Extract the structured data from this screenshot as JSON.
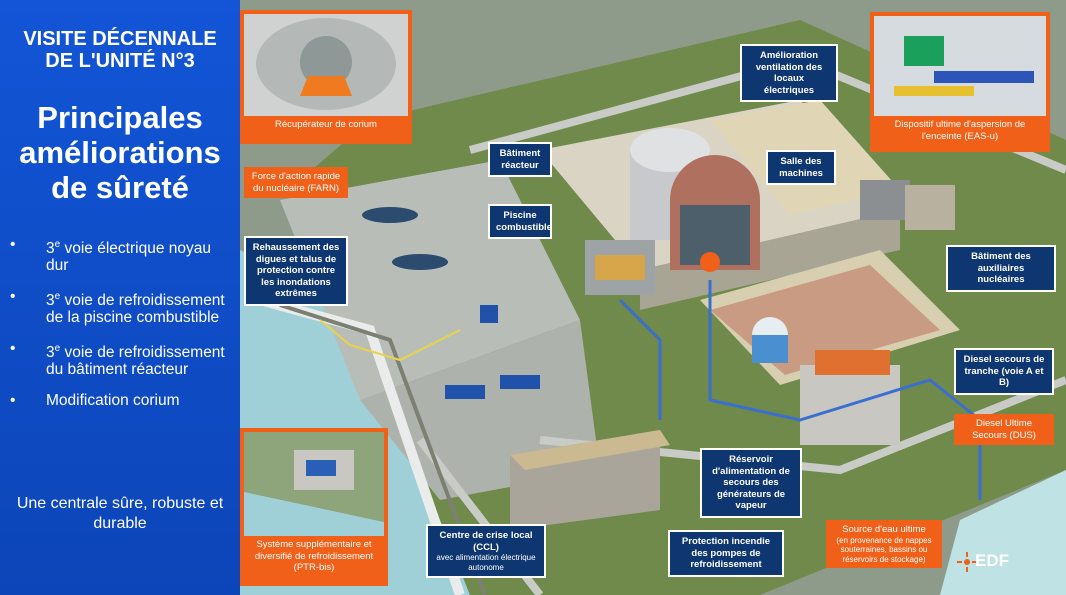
{
  "left_panel": {
    "title_line1": "VISITE DÉCENNALE",
    "title_line2": "DE L'UNITÉ N°3",
    "heading_line1": "Principales",
    "heading_line2": "améliorations",
    "heading_line3": "de sûreté",
    "bullets": [
      {
        "num": "3",
        "sup": "e",
        "text": " voie électrique noyau dur"
      },
      {
        "num": "3",
        "sup": "e",
        "text": " voie de refroidissement de la piscine combustible"
      },
      {
        "num": "3",
        "sup": "e",
        "text": " voie de refroidissement du bâtiment réacteur"
      },
      {
        "num": "",
        "sup": "",
        "text": "Modification corium"
      }
    ],
    "tagline": "Une centrale sûre, robuste et durable"
  },
  "labels": {
    "recuperateur": "Récupérateur de corium",
    "farn": "Force d'action rapide du nucléaire (FARN)",
    "rehaussement": "Rehaussement des digues et talus de protection contre les inondations extrêmes",
    "batiment_reacteur": "Bâtiment réacteur",
    "piscine": "Piscine combustible",
    "ventilation": "Amélioration ventilation des locaux électriques",
    "salle_machines": "Salle des machines",
    "eas": "Dispositif ultime d'aspersion de l'enceinte (EAS-u)",
    "auxiliaires": "Bâtiment des auxiliaires nucléaires",
    "diesel_tranche": "Diesel secours de tranche (voie A et B)",
    "dus": "Diesel Ultime Secours (DUS)",
    "reservoir": "Réservoir d'alimentation de secours des générateurs de vapeur",
    "source_title": "Source d'eau ultime",
    "source_sub": "(en provenance de nappes souterraines, bassins ou réservoirs de stockage)",
    "protection": "Protection incendie des pompes de refroidissement",
    "ccl_title": "Centre de crise local (CCL)",
    "ccl_sub": "avec alimentation électrique autonome",
    "ptr": "Système supplémentaire et diversifié de refroidissement (PTR-bis)"
  },
  "logo": "EDF",
  "colors": {
    "blue_panel": "#0c45b8",
    "label_blue": "#0e3670",
    "label_orange": "#f06018"
  }
}
